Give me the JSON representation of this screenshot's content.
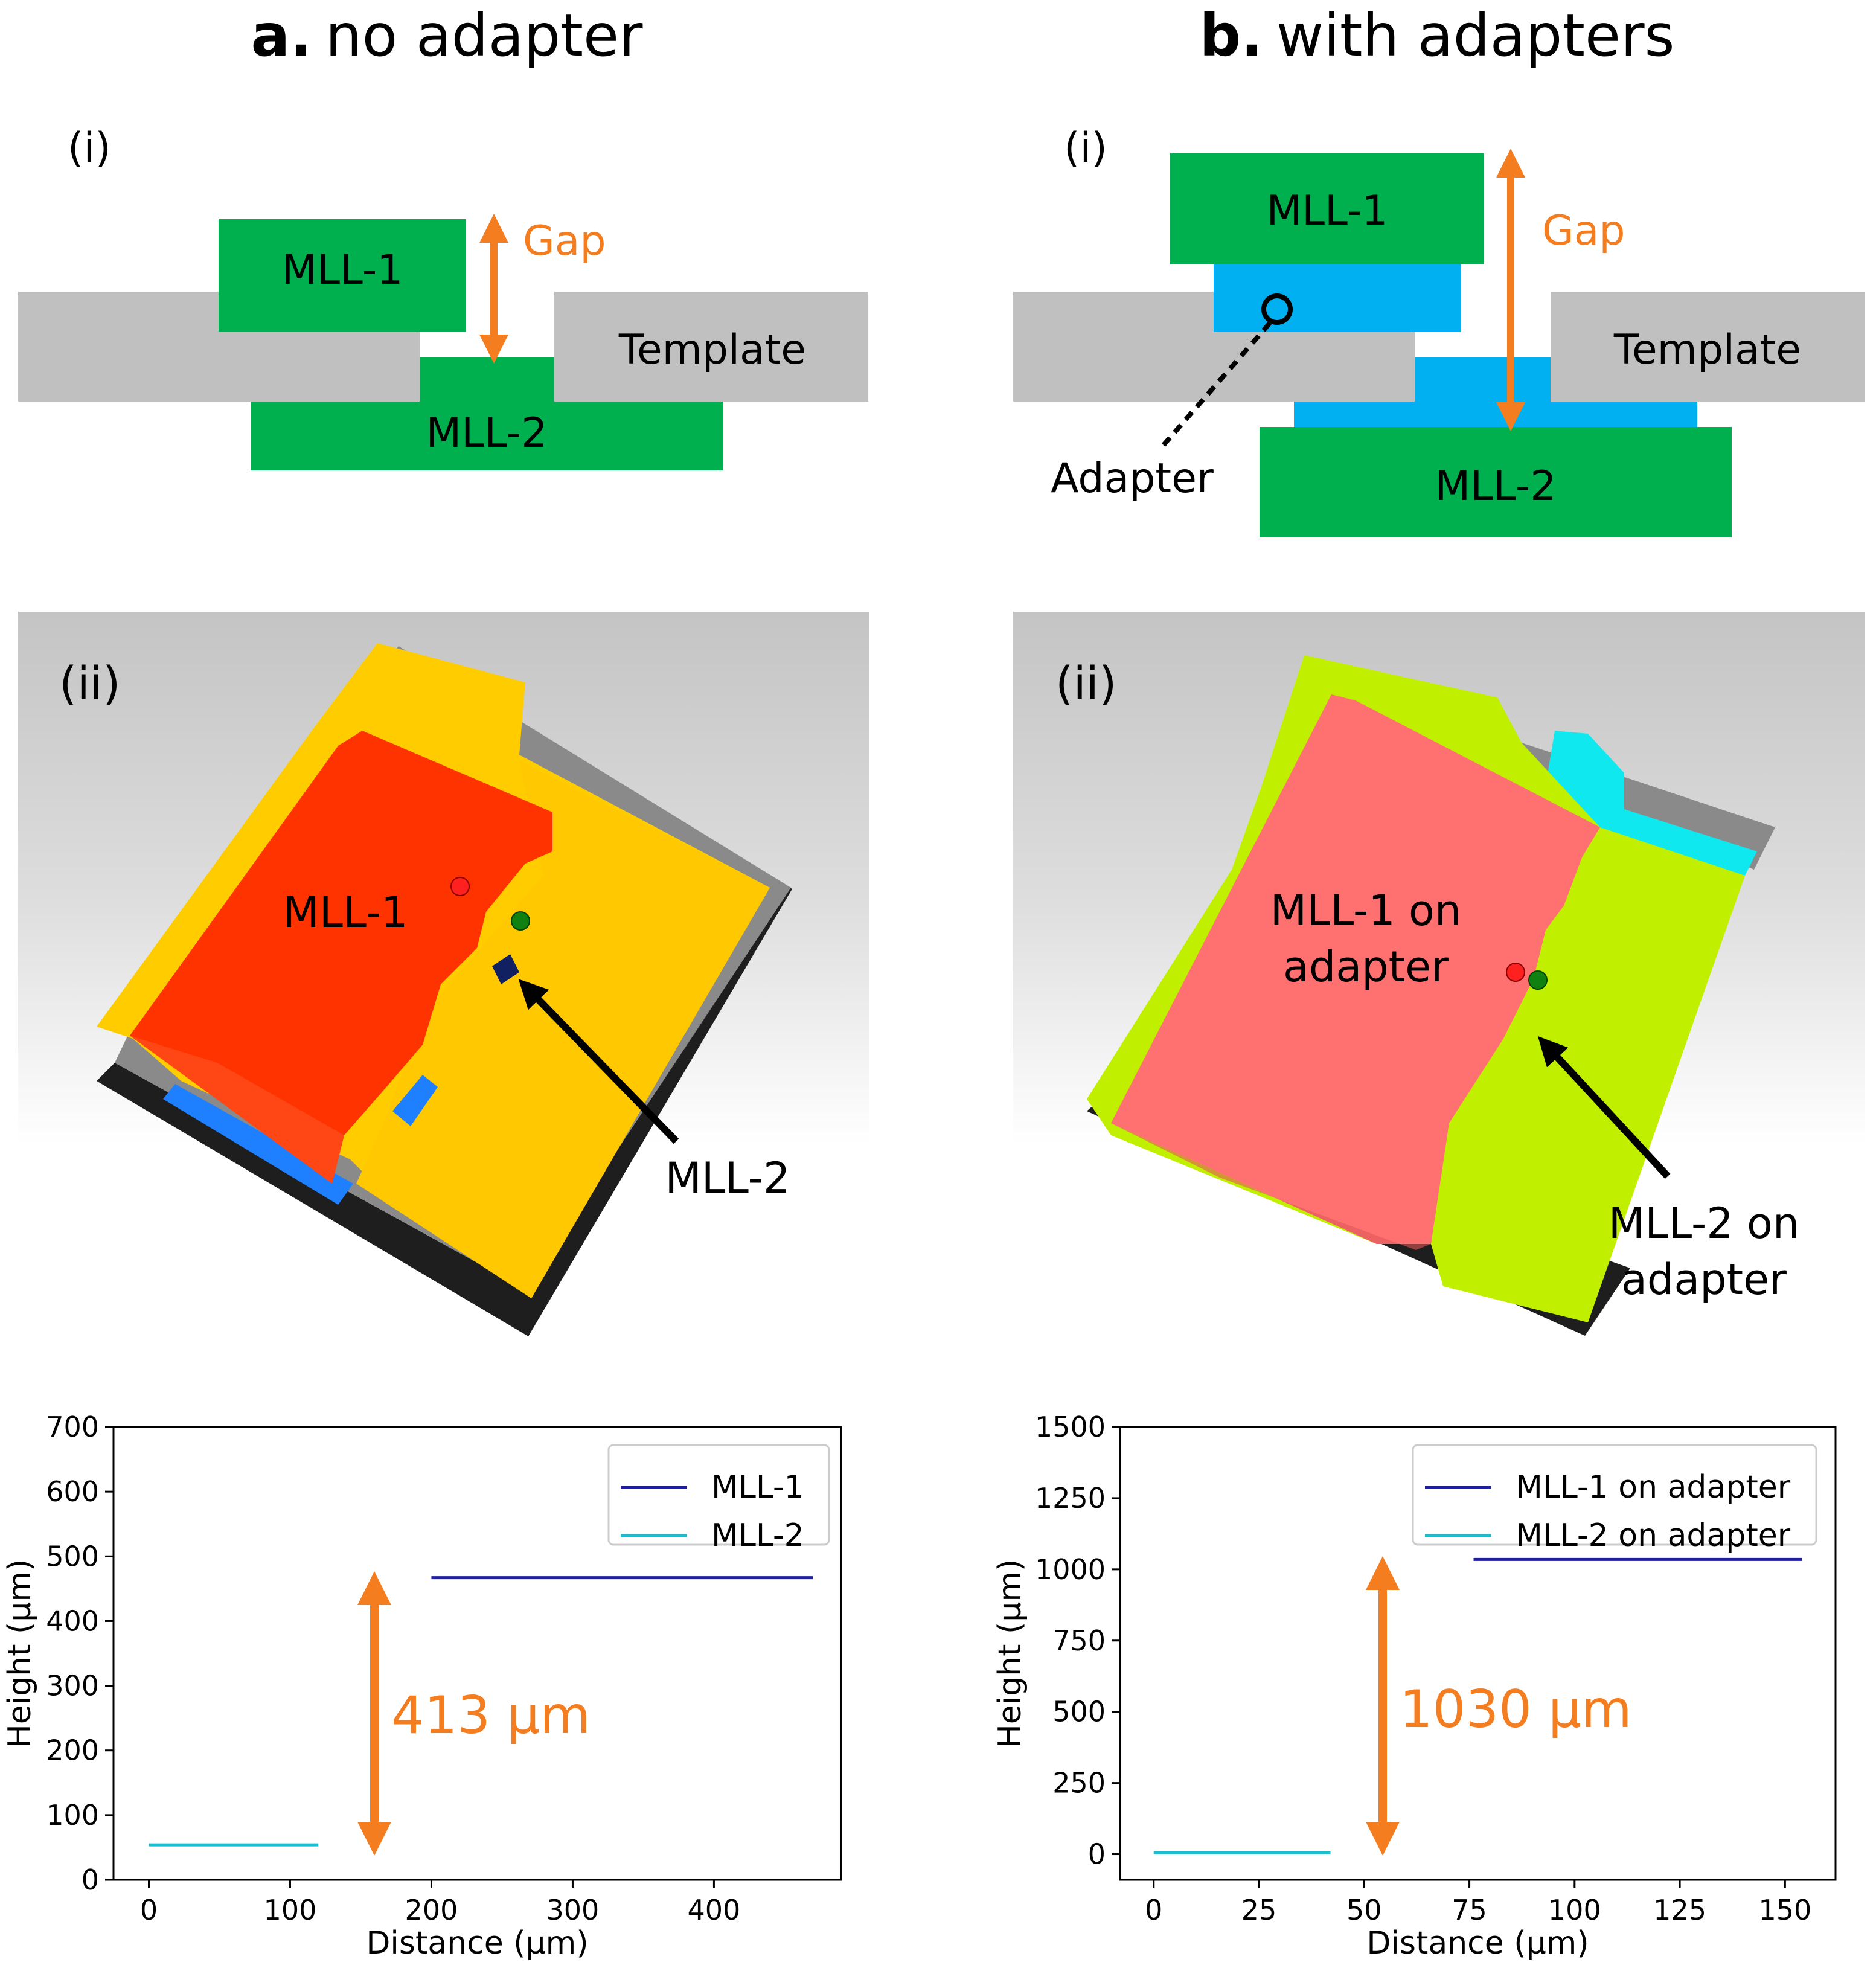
{
  "panel_a": {
    "title_bold": "a.",
    "title_rest": "no adapter",
    "sub_i": "(i)",
    "sub_ii": "(ii)",
    "schematic": {
      "mll1": "MLL-1",
      "mll2": "MLL-2",
      "template": "Template",
      "gap": "Gap"
    },
    "render": {
      "mll1": "MLL-1",
      "mll2": "MLL-2"
    },
    "gap_annotation": "413 μm"
  },
  "panel_b": {
    "title_bold": "b.",
    "title_rest": "with adapters",
    "sub_i": "(i)",
    "sub_ii": "(ii)",
    "schematic": {
      "mll1": "MLL-1",
      "mll2": "MLL-2",
      "template": "Template",
      "gap": "Gap",
      "adapter": "Adapter"
    },
    "render": {
      "mll1_line1": "MLL-1 on",
      "mll1_line2": "adapter",
      "mll2_line1": "MLL-2 on",
      "mll2_line2": "adapter"
    },
    "gap_annotation": "1030 μm"
  },
  "colors": {
    "green": "#00b04f",
    "blue": "#00b0f0",
    "gray": "#c0c0c0",
    "orange": "#f47d20",
    "mll1_line": "#1f1fa0",
    "mll2_line": "#17becf",
    "yellow": "#ffcc00",
    "red": "#ff3300",
    "lime": "#c0f000",
    "pink": "#ff7070"
  },
  "chart_data": [
    {
      "type": "line",
      "xlabel": "Distance (μm)",
      "ylabel": "Height (μm)",
      "xlim": [
        -25,
        490
      ],
      "ylim": [
        0,
        700
      ],
      "xticks": [
        0,
        100,
        200,
        300,
        400
      ],
      "yticks": [
        0,
        100,
        200,
        300,
        400,
        500,
        600,
        700
      ],
      "legend_position": "top-right",
      "series": [
        {
          "name": "MLL-1",
          "x": [
            200,
            470
          ],
          "y": [
            467,
            467
          ]
        },
        {
          "name": "MLL-2",
          "x": [
            0,
            120
          ],
          "y": [
            54,
            54
          ]
        }
      ]
    },
    {
      "type": "line",
      "xlabel": "Distance (μm)",
      "ylabel": "Height (μm)",
      "xlim": [
        -8,
        162
      ],
      "ylim": [
        -90,
        1500
      ],
      "xticks": [
        0,
        25,
        50,
        75,
        100,
        125,
        150
      ],
      "yticks": [
        0,
        250,
        500,
        750,
        1000,
        1250,
        1500
      ],
      "legend_position": "top-right",
      "series": [
        {
          "name": "MLL-1 on adapter",
          "x": [
            76,
            154
          ],
          "y": [
            1035,
            1035
          ]
        },
        {
          "name": "MLL-2 on adapter",
          "x": [
            0,
            42
          ],
          "y": [
            5,
            5
          ]
        }
      ]
    }
  ]
}
